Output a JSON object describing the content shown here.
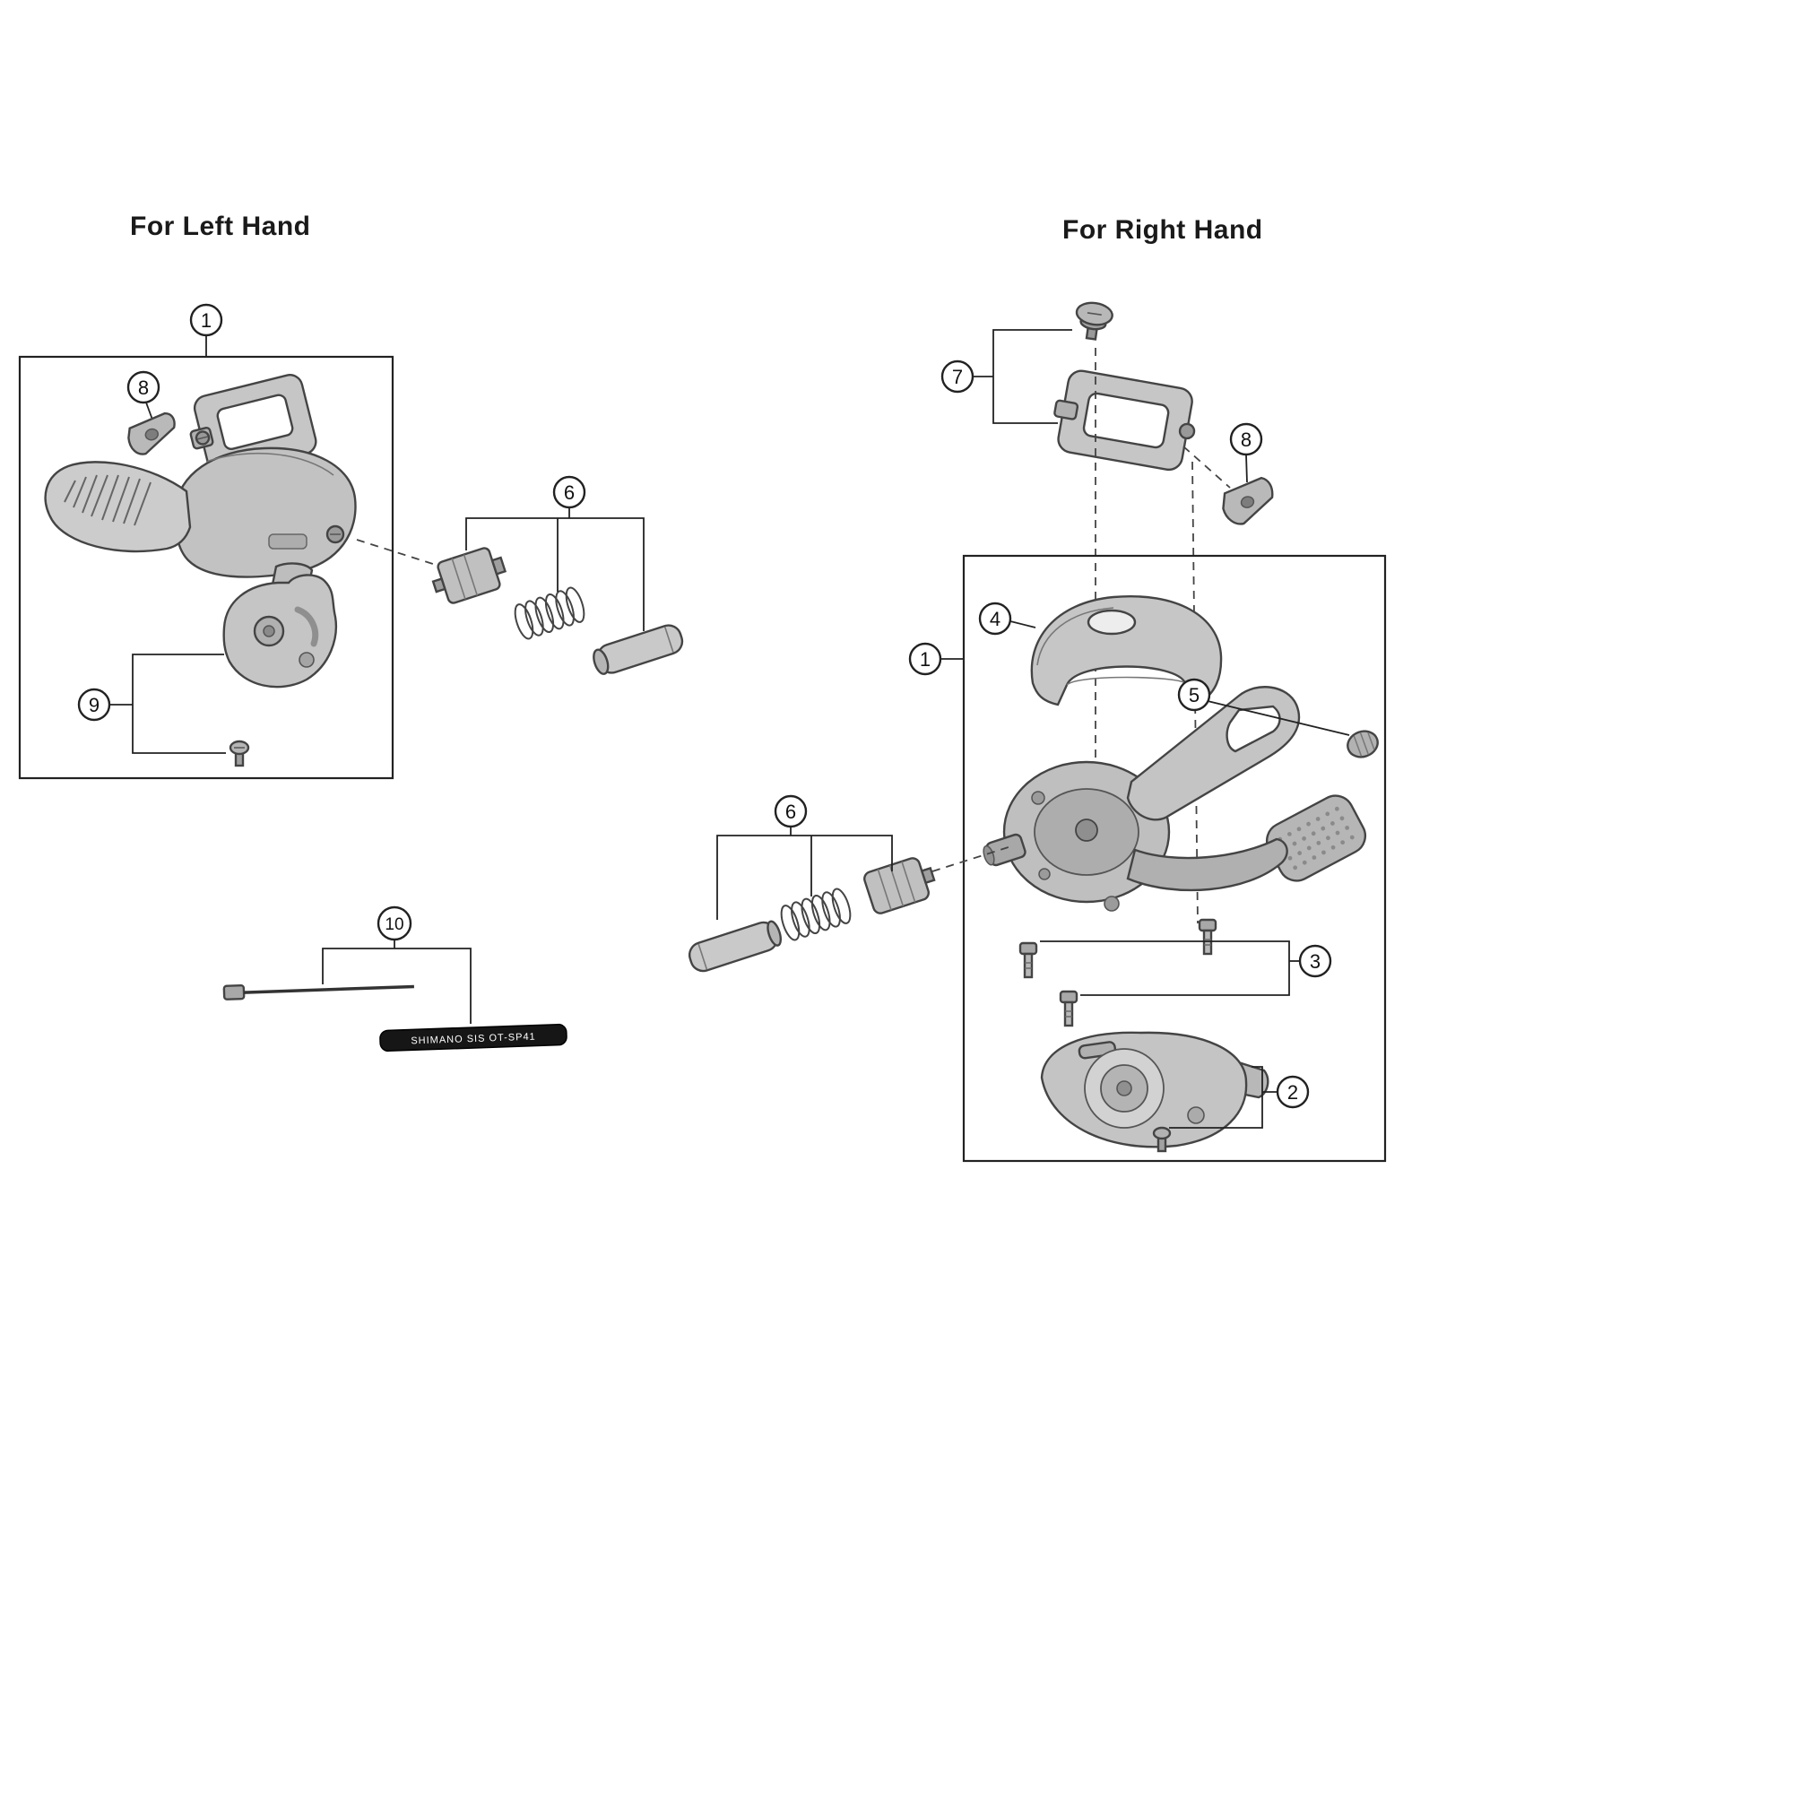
{
  "titles": {
    "left": "For Left Hand",
    "right": "For Right Hand"
  },
  "cable_label": "SHIMANO SIS OT-SP41",
  "callouts": {
    "c1_left": "1",
    "c8_left": "8",
    "c9_left": "9",
    "c6_left": "6",
    "c10": "10",
    "c7_right": "7",
    "c8_right": "8",
    "c1_right": "1",
    "c4_right": "4",
    "c5_right": "5",
    "c6_right": "6",
    "c3_right": "3",
    "c2_right": "2"
  }
}
